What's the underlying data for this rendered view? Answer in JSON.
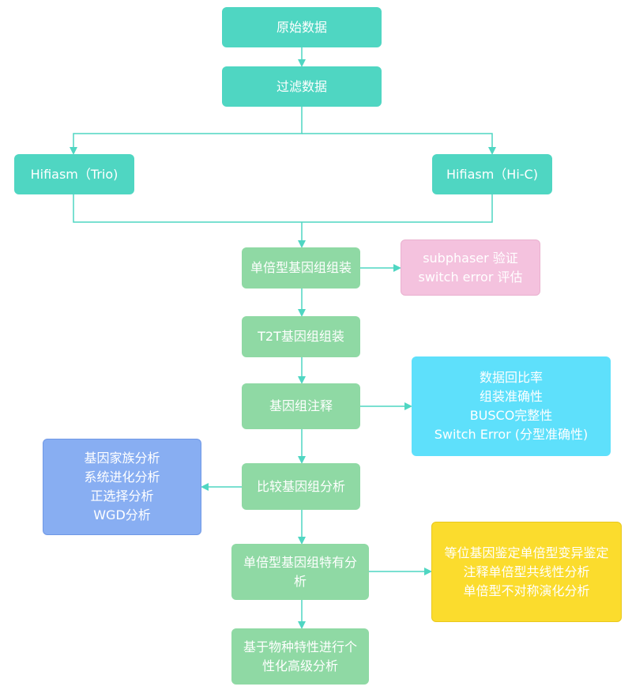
{
  "nodes": {
    "raw_data": "原始数据",
    "filter_data": "过滤数据",
    "hifiasm_trio": "Hifiasm（Trio)",
    "hifiasm_hic": "Hifiasm（Hi-C)",
    "haploid_assembly": "单倍型基因组组装",
    "t2t_assembly": "T2T基因组组装",
    "annotation": "基因组注释",
    "comparative": "比较基因组分析",
    "haploid_specific": [
      "单倍型基因组特有分",
      "析"
    ],
    "personalized": [
      "基于物种特性进行个",
      "性化高级分析"
    ],
    "validation": [
      "subphaser 验证",
      "switch error 评估"
    ],
    "quality": [
      "数据回比率",
      "组装准确性",
      "BUSCO完整性",
      "Switch Error (分型准确性)"
    ],
    "family": [
      "基因家族分析",
      "系统进化分析",
      "正选择分析",
      "WGD分析"
    ],
    "allele": [
      "等位基因鉴定单倍型变异鉴定",
      "注释单倍型共线性分析",
      "单倍型不对称演化分析"
    ]
  },
  "colors": {
    "teal": "#4fd6c2",
    "green": "#8fd9a4",
    "pink": "#f4c2de",
    "cyan": "#5ee0fb",
    "blue": "#88aef2",
    "yellow": "#fbdc2d",
    "connector": "#4fd6c2"
  }
}
